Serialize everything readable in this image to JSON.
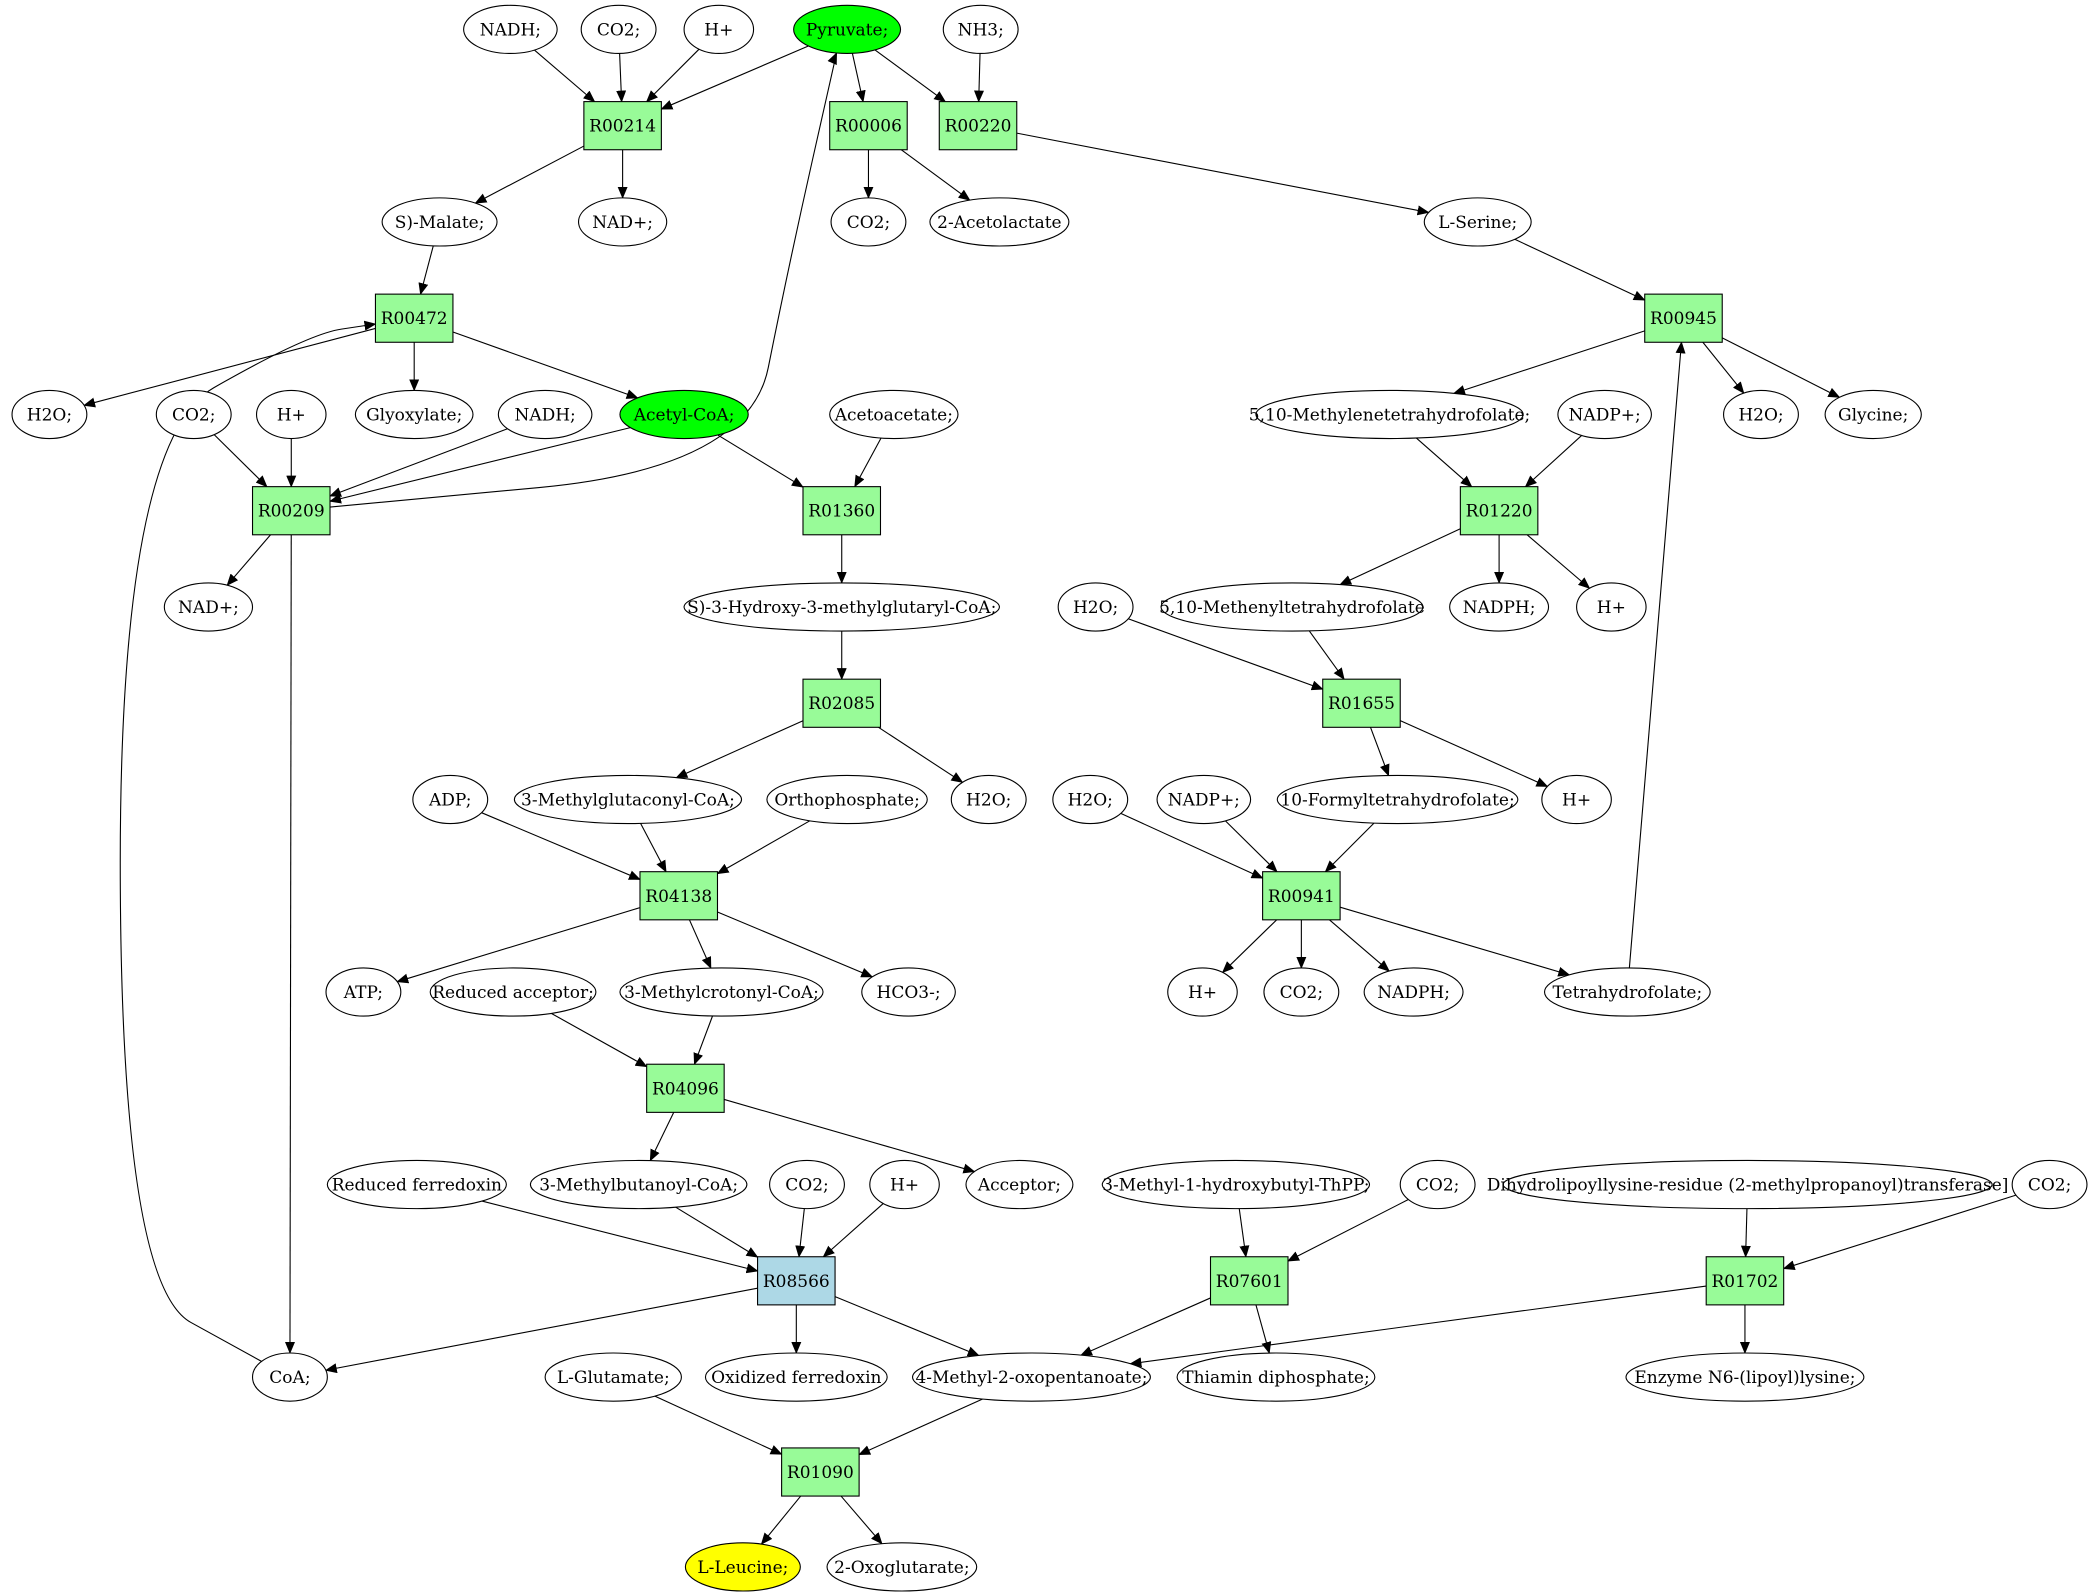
{
  "colors": {
    "reaction": "#98fb98",
    "reaction_highlight": "#add8e6",
    "compound": "#ffffff",
    "compound_source": "#00ff00",
    "compound_target": "#ffff00"
  },
  "nodes": [
    {
      "id": "c_nadh1",
      "label": "NADH;",
      "kind": "compound"
    },
    {
      "id": "c_co2_1",
      "label": "CO2;",
      "kind": "compound"
    },
    {
      "id": "c_h1",
      "label": "H+",
      "kind": "compound"
    },
    {
      "id": "c_pyruvate",
      "label": "Pyruvate;",
      "kind": "compound",
      "fill": "compound_source"
    },
    {
      "id": "c_nh3",
      "label": "NH3;",
      "kind": "compound"
    },
    {
      "id": "r_R00214",
      "label": "R00214",
      "kind": "reaction"
    },
    {
      "id": "r_R00006",
      "label": "R00006",
      "kind": "reaction"
    },
    {
      "id": "r_R00220",
      "label": "R00220",
      "kind": "reaction"
    },
    {
      "id": "c_smalate",
      "label": "S)-Malate;",
      "kind": "compound"
    },
    {
      "id": "c_nadp_1",
      "label": "NAD+;",
      "kind": "compound"
    },
    {
      "id": "c_co2_2",
      "label": "CO2;",
      "kind": "compound"
    },
    {
      "id": "c_acetolactate",
      "label": "2-Acetolactate",
      "kind": "compound"
    },
    {
      "id": "c_serine",
      "label": "L-Serine;",
      "kind": "compound"
    },
    {
      "id": "r_R00472",
      "label": "R00472",
      "kind": "reaction"
    },
    {
      "id": "r_R00945",
      "label": "R00945",
      "kind": "reaction"
    },
    {
      "id": "c_h2o_1",
      "label": "H2O;",
      "kind": "compound"
    },
    {
      "id": "c_co2_3",
      "label": "CO2;",
      "kind": "compound"
    },
    {
      "id": "c_h2",
      "label": "H+",
      "kind": "compound"
    },
    {
      "id": "c_glyoxylate",
      "label": "Glyoxylate;",
      "kind": "compound"
    },
    {
      "id": "c_nadh2",
      "label": "NADH;",
      "kind": "compound"
    },
    {
      "id": "c_acetylcoa",
      "label": "Acetyl-CoA;",
      "kind": "compound",
      "fill": "compound_source"
    },
    {
      "id": "c_acetoacetate",
      "label": "Acetoacetate;",
      "kind": "compound"
    },
    {
      "id": "c_methylenethf",
      "label": "5,10-Methylenetetrahydrofolate;",
      "kind": "compound"
    },
    {
      "id": "c_nadpplus_1",
      "label": "NADP+;",
      "kind": "compound"
    },
    {
      "id": "c_h2o_2",
      "label": "H2O;",
      "kind": "compound"
    },
    {
      "id": "c_glycine",
      "label": "Glycine;",
      "kind": "compound"
    },
    {
      "id": "r_R00209",
      "label": "R00209",
      "kind": "reaction"
    },
    {
      "id": "r_R01360",
      "label": "R01360",
      "kind": "reaction"
    },
    {
      "id": "r_R01220",
      "label": "R01220",
      "kind": "reaction"
    },
    {
      "id": "c_nadp_2",
      "label": "NAD+;",
      "kind": "compound"
    },
    {
      "id": "c_hmgcoa",
      "label": "S)-3-Hydroxy-3-methylglutaryl-CoA;",
      "kind": "compound"
    },
    {
      "id": "c_h2o_3",
      "label": "H2O;",
      "kind": "compound"
    },
    {
      "id": "c_methenylthf",
      "label": "5,10-Methenyltetrahydrofolate",
      "kind": "compound"
    },
    {
      "id": "c_nadph_1",
      "label": "NADPH;",
      "kind": "compound"
    },
    {
      "id": "c_h3",
      "label": "H+",
      "kind": "compound"
    },
    {
      "id": "r_R02085",
      "label": "R02085",
      "kind": "reaction"
    },
    {
      "id": "r_R01655",
      "label": "R01655",
      "kind": "reaction"
    },
    {
      "id": "c_adp",
      "label": "ADP;",
      "kind": "compound"
    },
    {
      "id": "c_mglutaconylcoa",
      "label": "3-Methylglutaconyl-CoA;",
      "kind": "compound"
    },
    {
      "id": "c_orthophosphate",
      "label": "Orthophosphate;",
      "kind": "compound"
    },
    {
      "id": "c_h2o_4",
      "label": "H2O;",
      "kind": "compound"
    },
    {
      "id": "c_h2o_5",
      "label": "H2O;",
      "kind": "compound"
    },
    {
      "id": "c_nadpplus_2",
      "label": "NADP+;",
      "kind": "compound"
    },
    {
      "id": "c_formylthf",
      "label": "10-Formyltetrahydrofolate;",
      "kind": "compound"
    },
    {
      "id": "c_h4",
      "label": "H+",
      "kind": "compound"
    },
    {
      "id": "r_R04138",
      "label": "R04138",
      "kind": "reaction"
    },
    {
      "id": "r_R00941",
      "label": "R00941",
      "kind": "reaction"
    },
    {
      "id": "c_atp",
      "label": "ATP;",
      "kind": "compound"
    },
    {
      "id": "c_redacceptor",
      "label": "Reduced acceptor;",
      "kind": "compound"
    },
    {
      "id": "c_mcrotonylcoa",
      "label": "3-Methylcrotonyl-CoA;",
      "kind": "compound"
    },
    {
      "id": "c_hco3",
      "label": "HCO3-;",
      "kind": "compound"
    },
    {
      "id": "c_h5",
      "label": "H+",
      "kind": "compound"
    },
    {
      "id": "c_co2_4",
      "label": "CO2;",
      "kind": "compound"
    },
    {
      "id": "c_nadph_2",
      "label": "NADPH;",
      "kind": "compound"
    },
    {
      "id": "c_thf",
      "label": "Tetrahydrofolate;",
      "kind": "compound"
    },
    {
      "id": "r_R04096",
      "label": "R04096",
      "kind": "reaction"
    },
    {
      "id": "c_redferredoxin",
      "label": "Reduced ferredoxin",
      "kind": "compound"
    },
    {
      "id": "c_mbutanoylcoa",
      "label": "3-Methylbutanoyl-CoA;",
      "kind": "compound"
    },
    {
      "id": "c_co2_5",
      "label": "CO2;",
      "kind": "compound"
    },
    {
      "id": "c_h6",
      "label": "H+",
      "kind": "compound"
    },
    {
      "id": "c_acceptor",
      "label": "Acceptor;",
      "kind": "compound"
    },
    {
      "id": "c_mhbthpp",
      "label": "3-Methyl-1-hydroxybutyl-ThPP;",
      "kind": "compound"
    },
    {
      "id": "c_co2_6",
      "label": "CO2;",
      "kind": "compound"
    },
    {
      "id": "c_dihydrolipoyl",
      "label": "Dihydrolipoyllysine-residue (2-methylpropanoyl)transferase]",
      "kind": "compound"
    },
    {
      "id": "c_co2_7",
      "label": "CO2;",
      "kind": "compound"
    },
    {
      "id": "r_R08566",
      "label": "R08566",
      "kind": "reaction",
      "fill": "reaction_highlight"
    },
    {
      "id": "r_R07601",
      "label": "R07601",
      "kind": "reaction"
    },
    {
      "id": "r_R01702",
      "label": "R01702",
      "kind": "reaction"
    },
    {
      "id": "c_coa",
      "label": "CoA;",
      "kind": "compound"
    },
    {
      "id": "c_glutamate",
      "label": "L-Glutamate;",
      "kind": "compound"
    },
    {
      "id": "c_oxferredoxin",
      "label": "Oxidized ferredoxin",
      "kind": "compound"
    },
    {
      "id": "c_moxopentanoate",
      "label": "4-Methyl-2-oxopentanoate;",
      "kind": "compound"
    },
    {
      "id": "c_thiamindp",
      "label": "Thiamin diphosphate;",
      "kind": "compound"
    },
    {
      "id": "c_lipoyllysine",
      "label": "Enzyme N6-(lipoyl)lysine;",
      "kind": "compound"
    },
    {
      "id": "r_R01090",
      "label": "R01090",
      "kind": "reaction"
    },
    {
      "id": "c_leucine",
      "label": "L-Leucine;",
      "kind": "compound",
      "fill": "compound_target"
    },
    {
      "id": "c_oxoglutarate",
      "label": "2-Oxoglutarate;",
      "kind": "compound"
    }
  ],
  "edges": [
    [
      "c_nadh1",
      "r_R00214"
    ],
    [
      "c_co2_1",
      "r_R00214"
    ],
    [
      "c_h1",
      "r_R00214"
    ],
    [
      "c_pyruvate",
      "r_R00214"
    ],
    [
      "r_R00214",
      "c_smalate"
    ],
    [
      "r_R00214",
      "c_nadp_1"
    ],
    [
      "c_pyruvate",
      "r_R00006"
    ],
    [
      "r_R00006",
      "c_co2_2"
    ],
    [
      "r_R00006",
      "c_acetolactate"
    ],
    [
      "c_pyruvate",
      "r_R00220"
    ],
    [
      "c_nh3",
      "r_R00220"
    ],
    [
      "r_R00220",
      "c_serine"
    ],
    [
      "c_smalate",
      "r_R00472"
    ],
    [
      "c_coa",
      "r_R00472"
    ],
    [
      "r_R00472",
      "c_h2o_1"
    ],
    [
      "r_R00472",
      "c_glyoxylate"
    ],
    [
      "r_R00472",
      "c_acetylcoa"
    ],
    [
      "c_co2_3",
      "r_R00209"
    ],
    [
      "c_h2",
      "r_R00209"
    ],
    [
      "c_nadh2",
      "r_R00209"
    ],
    [
      "c_acetylcoa",
      "r_R00209"
    ],
    [
      "r_R00209",
      "c_pyruvate"
    ],
    [
      "r_R00209",
      "c_nadp_2"
    ],
    [
      "r_R00209",
      "c_coa"
    ],
    [
      "c_acetylcoa",
      "r_R01360"
    ],
    [
      "c_acetoacetate",
      "r_R01360"
    ],
    [
      "r_R01360",
      "c_hmgcoa"
    ],
    [
      "c_hmgcoa",
      "r_R02085"
    ],
    [
      "r_R02085",
      "c_mglutaconylcoa"
    ],
    [
      "r_R02085",
      "c_h2o_4"
    ],
    [
      "c_adp",
      "r_R04138"
    ],
    [
      "c_mglutaconylcoa",
      "r_R04138"
    ],
    [
      "c_orthophosphate",
      "r_R04138"
    ],
    [
      "r_R04138",
      "c_atp"
    ],
    [
      "r_R04138",
      "c_mcrotonylcoa"
    ],
    [
      "r_R04138",
      "c_hco3"
    ],
    [
      "c_redacceptor",
      "r_R04096"
    ],
    [
      "c_mcrotonylcoa",
      "r_R04096"
    ],
    [
      "r_R04096",
      "c_mbutanoylcoa"
    ],
    [
      "r_R04096",
      "c_acceptor"
    ],
    [
      "c_redferredoxin",
      "r_R08566"
    ],
    [
      "c_mbutanoylcoa",
      "r_R08566"
    ],
    [
      "c_co2_5",
      "r_R08566"
    ],
    [
      "c_h6",
      "r_R08566"
    ],
    [
      "r_R08566",
      "c_coa"
    ],
    [
      "r_R08566",
      "c_oxferredoxin"
    ],
    [
      "r_R08566",
      "c_moxopentanoate"
    ],
    [
      "c_mhbthpp",
      "r_R07601"
    ],
    [
      "c_co2_6",
      "r_R07601"
    ],
    [
      "r_R07601",
      "c_moxopentanoate"
    ],
    [
      "r_R07601",
      "c_thiamindp"
    ],
    [
      "c_dihydrolipoyl",
      "r_R01702"
    ],
    [
      "c_co2_7",
      "r_R01702"
    ],
    [
      "r_R01702",
      "c_moxopentanoate"
    ],
    [
      "r_R01702",
      "c_lipoyllysine"
    ],
    [
      "c_glutamate",
      "r_R01090"
    ],
    [
      "c_moxopentanoate",
      "r_R01090"
    ],
    [
      "r_R01090",
      "c_leucine"
    ],
    [
      "r_R01090",
      "c_oxoglutarate"
    ],
    [
      "c_serine",
      "r_R00945"
    ],
    [
      "c_thf",
      "r_R00945"
    ],
    [
      "r_R00945",
      "c_methylenethf"
    ],
    [
      "r_R00945",
      "c_h2o_2"
    ],
    [
      "r_R00945",
      "c_glycine"
    ],
    [
      "c_methylenethf",
      "r_R01220"
    ],
    [
      "c_nadpplus_1",
      "r_R01220"
    ],
    [
      "r_R01220",
      "c_methenylthf"
    ],
    [
      "r_R01220",
      "c_nadph_1"
    ],
    [
      "r_R01220",
      "c_h3"
    ],
    [
      "c_h2o_3",
      "r_R01655"
    ],
    [
      "c_methenylthf",
      "r_R01655"
    ],
    [
      "r_R01655",
      "c_formylthf"
    ],
    [
      "r_R01655",
      "c_h4"
    ],
    [
      "c_h2o_5",
      "r_R00941"
    ],
    [
      "c_nadpplus_2",
      "r_R00941"
    ],
    [
      "c_formylthf",
      "r_R00941"
    ],
    [
      "r_R00941",
      "c_h5"
    ],
    [
      "r_R00941",
      "c_co2_4"
    ],
    [
      "r_R00941",
      "c_nadph_2"
    ],
    [
      "r_R00941",
      "c_thf"
    ]
  ]
}
